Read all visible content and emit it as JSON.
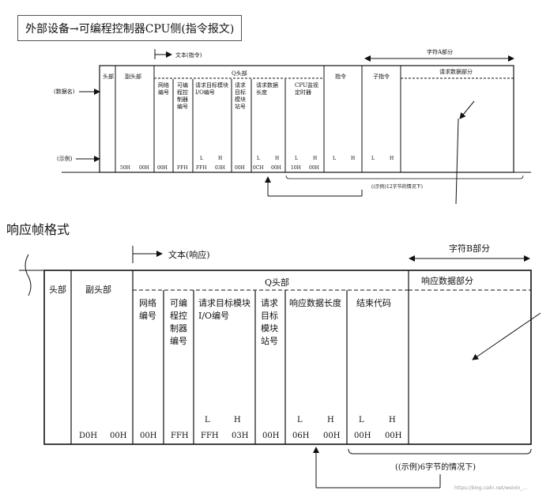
{
  "request": {
    "title": "外部设备→可编程控制器CPU侧(指令报文)",
    "text_label": "文本(指令)",
    "char_a_label": "字符A部分",
    "q_header_label": "Q头部",
    "header_label": "头部",
    "sub_header_label": "副头部",
    "network_no": [
      "网络",
      "编号"
    ],
    "pc_no": [
      "可编",
      "程控",
      "制器",
      "编号"
    ],
    "req_module_io": [
      "请求目标模块",
      "I/O编号"
    ],
    "req_module_station": [
      "请求",
      "目标",
      "模块",
      "站号"
    ],
    "req_data_length": [
      "请求数据",
      "长度"
    ],
    "cpu_timer": [
      "CPU监视",
      "定时器"
    ],
    "command": "指令",
    "subcommand": "子指令",
    "req_data_part": "请求数据部分",
    "data_name": "(数据名)",
    "example": "(示例)",
    "L": "L",
    "H": "H",
    "values": {
      "sub_header_1": "50H",
      "sub_header_2": "00H",
      "network": "00H",
      "pc": "FFH",
      "io_1": "FFH",
      "io_2": "03H",
      "station": "00H",
      "len_1": "0CH",
      "len_2": "00H",
      "timer_1": "10H",
      "timer_2": "00H"
    },
    "footnote": "((示例)12字节的情况下)"
  },
  "response": {
    "heading": "响应帧格式",
    "text_label": "文本(响应)",
    "char_b_label": "字符B部分",
    "q_header_label": "Q头部",
    "header_label": "头部",
    "sub_header_label": "副头部",
    "network_no": [
      "网络",
      "编号"
    ],
    "pc_no": [
      "可编",
      "程控",
      "制器",
      "编号"
    ],
    "req_module_io": [
      "请求目标模块",
      "I/O编号"
    ],
    "req_module_station": [
      "请求",
      "目标",
      "模块",
      "站号"
    ],
    "resp_data_length": "响应数据长度",
    "end_code": "结束代码",
    "resp_data_part": "响应数据部分",
    "L": "L",
    "H": "H",
    "values": {
      "sub_header_1": "D0H",
      "sub_header_2": "00H",
      "network": "00H",
      "pc": "FFH",
      "io_1": "FFH",
      "io_2": "03H",
      "station": "00H",
      "len_1": "06H",
      "len_2": "00H",
      "end_1": "00H",
      "end_2": "00H"
    },
    "footnote": "((示例)6字节的情况下)",
    "watermark": "https://blog.csdn.net/weixin_..."
  }
}
